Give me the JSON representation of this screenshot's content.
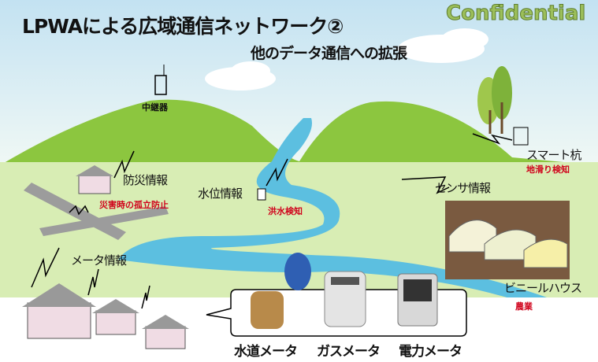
{
  "title": "LPWAによる広域通信ネットワーク②",
  "confidential": "Confidential",
  "subtitle": "他のデータ通信への拡張",
  "labels": {
    "repeater": "中継器",
    "smart_pile": "スマート杭",
    "landslide": "地滑り検知",
    "disaster_info": "防災情報",
    "isolation": "災害時の孤立防止",
    "water_level": "水位情報",
    "flood": "洪水検知",
    "sensor_info": "センサ情報",
    "meter_info": "メータ情報",
    "greenhouse": "ビニールハウス",
    "agriculture": "農業"
  },
  "meters": [
    "水道メータ",
    "ガスメータ",
    "電力メータ"
  ],
  "colors": {
    "sky": "#cfe8f3",
    "hill": "#8cc63f",
    "field": "#d8edb4",
    "river": "#5cbfe0",
    "alert": "#d0021b"
  }
}
